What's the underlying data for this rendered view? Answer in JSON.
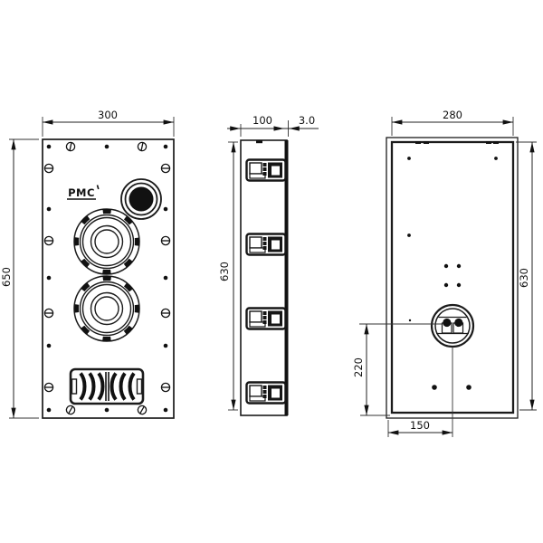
{
  "canvas": {
    "background": "#ffffff",
    "line_color": "#1b1b1b"
  },
  "logo": {
    "text": "PMC"
  },
  "dimensions": {
    "front_width": "300",
    "front_height": "650",
    "side_depth": "100",
    "side_baffle": "3.0",
    "side_height": "630",
    "back_width": "280",
    "back_height": "630",
    "terminal_from_bottom": "220",
    "terminal_from_left": "150"
  }
}
